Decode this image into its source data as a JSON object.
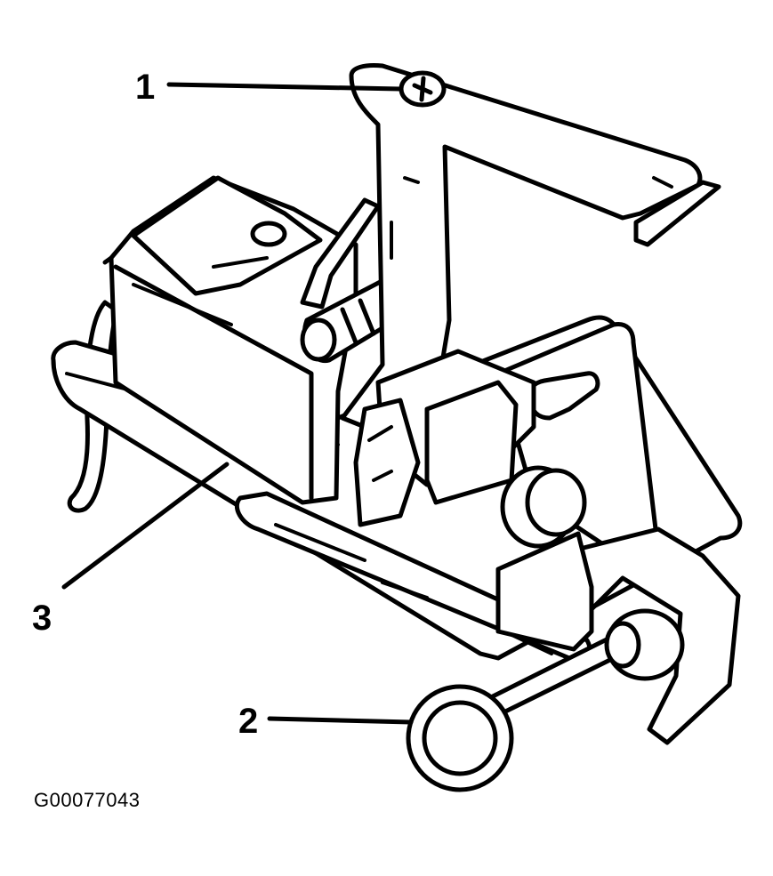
{
  "figure": {
    "id_label": "G00077043",
    "callouts": [
      {
        "number": "1"
      },
      {
        "number": "2"
      },
      {
        "number": "3"
      }
    ]
  }
}
